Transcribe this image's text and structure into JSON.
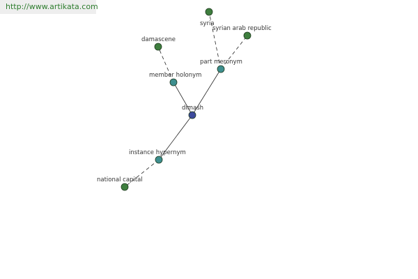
{
  "source_url": "http://www.artikata.com",
  "colors": {
    "center": "#3d4a9c",
    "relation": "#3e8f8f",
    "leaf": "#3e7e3e",
    "edge": "#222222",
    "banner_text": "#2e7d2e"
  },
  "nodes": [
    {
      "id": "dimash",
      "label": "dimash",
      "kind": "center"
    },
    {
      "id": "member-holonym",
      "label": "member holonym",
      "kind": "relation"
    },
    {
      "id": "part-meronym",
      "label": "part meronym",
      "kind": "relation"
    },
    {
      "id": "instance-hypernym",
      "label": "instance hypernym",
      "kind": "relation"
    },
    {
      "id": "damascene",
      "label": "damascene",
      "kind": "leaf"
    },
    {
      "id": "syria",
      "label": "syria",
      "kind": "leaf"
    },
    {
      "id": "syrian-arab-republic",
      "label": "syrian arab republic",
      "kind": "leaf"
    },
    {
      "id": "national-capital",
      "label": "national capital",
      "kind": "leaf"
    }
  ],
  "edges": [
    {
      "from": "dimash",
      "to": "member-holonym",
      "style": "solid"
    },
    {
      "from": "dimash",
      "to": "part-meronym",
      "style": "solid"
    },
    {
      "from": "dimash",
      "to": "instance-hypernym",
      "style": "solid"
    },
    {
      "from": "member-holonym",
      "to": "damascene",
      "style": "dashed"
    },
    {
      "from": "part-meronym",
      "to": "syria",
      "style": "dashed"
    },
    {
      "from": "part-meronym",
      "to": "syrian-arab-republic",
      "style": "dashed"
    },
    {
      "from": "instance-hypernym",
      "to": "national-capital",
      "style": "dashed"
    }
  ]
}
